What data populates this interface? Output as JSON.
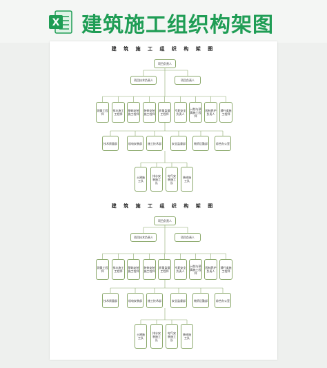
{
  "header": {
    "title": "建筑施工组织构架图",
    "icon": "excel-icon",
    "icon_letter": "X"
  },
  "colors": {
    "brand": "#1f9d55",
    "node_border": "#8aa86a"
  },
  "org_charts": [
    {
      "title": "建 筑 施 工 组 织 构 架 图",
      "root": "项目负责人",
      "second": [
        "项目技术负责人",
        "项目负责人"
      ],
      "depts": [
        "测量工程师",
        "排水施工工程师",
        "基础安装施工程师",
        "装修安装施工程师",
        "质量监督工程师",
        "专职安全负责人",
        "计划与预算施工程师",
        "园林养护负责人",
        "通行道施工程师"
      ],
      "teams": [
        "技术质量部",
        "机电安装部",
        "施工技术部",
        "安全监督部",
        "物资后勤部",
        "综合办公室"
      ],
      "crews": [
        "土建施工队",
        "排水安装施工队",
        "电气安装施工队",
        "装修施工队"
      ]
    },
    {
      "title": "建 筑 施 工 组 织 构 架 图",
      "root": "项目负责人",
      "second": [
        "项目技术负责人",
        "项目负责人"
      ],
      "depts": [
        "测量工程师",
        "排水施工工程师",
        "基础安装施工程师",
        "装修安装施工程师",
        "质量监督工程师",
        "专职安全负责人",
        "计划与预算施工程师",
        "园林养护负责人",
        "通行道施工程师"
      ],
      "teams": [
        "技术质量部",
        "机电安装部",
        "施工技术部",
        "安全监督部",
        "物资后勤部",
        "综合办公室"
      ],
      "crews": [
        "土建施工队",
        "排水安装施工队",
        "电气安装施工队",
        "装修施工队"
      ]
    }
  ]
}
